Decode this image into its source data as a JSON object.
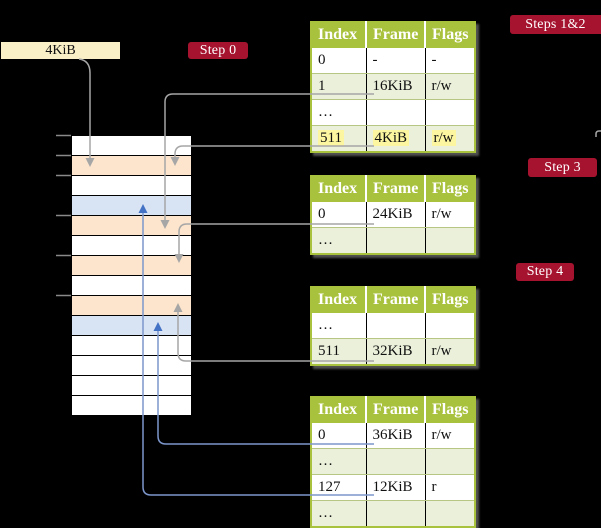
{
  "colors": {
    "header_green": "#A9C23D",
    "row_green": "#EAF0DA",
    "row_divider": "#B7C783",
    "badge_red": "#A5132F",
    "cream": "#FAF0C8",
    "peach": "#FCE5CC",
    "blue_row": "#D8E4F4",
    "gray_line": "#A6A6A6",
    "blue_line": "#7D97CC",
    "blue_arrow": "#4472C4",
    "highlight_yellow": "#FCF6A0"
  },
  "frame_box": {
    "label": "4KiB"
  },
  "badges": {
    "step0": "Step 0",
    "steps12": "Steps 1&2",
    "step3": "Step 3",
    "step4": "Step 4"
  },
  "memory_stack": {
    "row_colors": [
      "white",
      "peach",
      "white",
      "blue",
      "peach",
      "white",
      "peach",
      "white",
      "peach",
      "blue",
      "white",
      "white",
      "white",
      "white"
    ]
  },
  "tables": [
    {
      "name": "page-table-steps-1-2",
      "headers": [
        "Index",
        "Frame",
        "Flags"
      ],
      "rows": [
        {
          "cells": [
            "0",
            "-",
            "-"
          ],
          "shade": "white",
          "highlight": false
        },
        {
          "cells": [
            "1",
            "16KiB",
            "r/w"
          ],
          "shade": "green",
          "highlight": false
        },
        {
          "cells": [
            "…",
            "",
            ""
          ],
          "shade": "white",
          "highlight": false
        },
        {
          "cells": [
            "511",
            "4KiB",
            "r/w"
          ],
          "shade": "green",
          "highlight": true
        }
      ]
    },
    {
      "name": "page-table-step-3",
      "headers": [
        "Index",
        "Frame",
        "Flags"
      ],
      "rows": [
        {
          "cells": [
            "0",
            "24KiB",
            "r/w"
          ],
          "shade": "white",
          "highlight": false
        },
        {
          "cells": [
            "…",
            "",
            ""
          ],
          "shade": "green",
          "highlight": false
        }
      ]
    },
    {
      "name": "page-table-step-4",
      "headers": [
        "Index",
        "Frame",
        "Flags"
      ],
      "rows": [
        {
          "cells": [
            "…",
            "",
            ""
          ],
          "shade": "white",
          "highlight": false
        },
        {
          "cells": [
            "511",
            "32KiB",
            "r/w"
          ],
          "shade": "green",
          "highlight": false
        }
      ]
    },
    {
      "name": "page-table-final",
      "headers": [
        "Index",
        "Frame",
        "Flags"
      ],
      "rows": [
        {
          "cells": [
            "0",
            "36KiB",
            "r/w"
          ],
          "shade": "white",
          "highlight": false
        },
        {
          "cells": [
            "…",
            "",
            ""
          ],
          "shade": "green",
          "highlight": false
        },
        {
          "cells": [
            "127",
            "12KiB",
            "r"
          ],
          "shade": "white",
          "highlight": false
        },
        {
          "cells": [
            "…",
            "",
            ""
          ],
          "shade": "green",
          "highlight": false
        }
      ]
    }
  ]
}
